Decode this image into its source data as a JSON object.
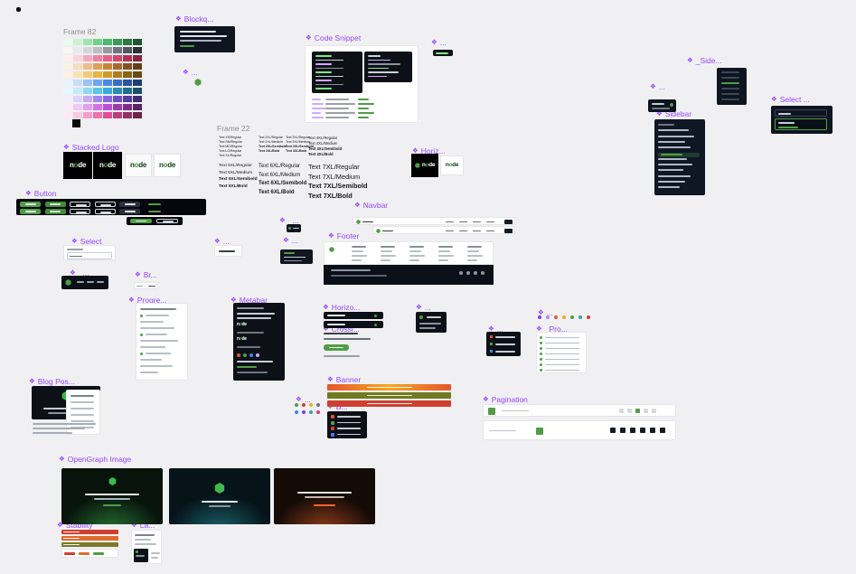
{
  "canvas": {
    "background": "#f0f0f2"
  },
  "accents": {
    "green": "#4f9d45",
    "green_bright": "#3fb950",
    "purple": "#9747ff",
    "dark": "#0d1117"
  },
  "labels": {
    "frame82": "Frame 82",
    "blockquote": "Blockq...",
    "dots_blockquote": "...",
    "code_snippet": "Code Snippet",
    "dots_code": "...",
    "side_partial": "_Side...",
    "dots_side": "...",
    "sidebar": "Sidebar",
    "select_dark": "Select ...",
    "stacked_logo": "Stacked Logo",
    "frame22": "Frame 22",
    "horiz_logo": "Horiz...",
    "button": "Button",
    "navbar": "Navbar",
    "select_light": "Select",
    "dots_mid": "...",
    "underscore_a": "_...",
    "dots_tooltip": "...",
    "footer": "Footer",
    "underscore_b": "_...",
    "breadcrumb": "Br...",
    "progress": "Progre...",
    "metabar": "Metabar",
    "horiz_banner": "Horizo...",
    "crosslink": "Crossl...",
    "dots_card": "...",
    "dots_icons": "...",
    "dots_strip": "...",
    "pro": "_Pro...",
    "blog_post": "Blog Pos...",
    "banner": "Banner",
    "b_partial": "B...",
    "dots_cluster": "...",
    "pagination": "Pagination",
    "opengraph": "OpenGraph Image",
    "stability": "Stability",
    "la": "La..."
  },
  "logo": {
    "wordmark": "node"
  },
  "palette": {
    "rows": [
      [
        "#eafbee",
        "#c8f2d2",
        "#9ce6b0",
        "#6fd48b",
        "#4bba6a",
        "#3a9a55",
        "#2b7742",
        "#1e5530"
      ],
      [
        "#f7f7f8",
        "#e9e9ec",
        "#d4d5d9",
        "#babcc2",
        "#97999f",
        "#717480",
        "#53555f",
        "#303138"
      ],
      [
        "#fdedf1",
        "#fbd2db",
        "#f7aabd",
        "#f17f9e",
        "#e95e85",
        "#d4476d",
        "#ae3357",
        "#872543"
      ],
      [
        "#fbf1e7",
        "#f4dcc0",
        "#eabe8a",
        "#df9f57",
        "#c98336",
        "#a66a2b",
        "#815322",
        "#623f1b"
      ],
      [
        "#fdf3e3",
        "#f9e3b3",
        "#f2cd74",
        "#e9b441",
        "#d59a26",
        "#b07e1f",
        "#896218",
        "#684a13"
      ],
      [
        "#eaf2fd",
        "#c9ddfa",
        "#9cc2f5",
        "#6fa5ef",
        "#4b88e5",
        "#3a6ec5",
        "#2b559c",
        "#1e3d72"
      ],
      [
        "#e6f6fd",
        "#c2eafa",
        "#8fd8f4",
        "#5cc3ec",
        "#36abdd",
        "#2a8cb8",
        "#206d90",
        "#17506b"
      ],
      [
        "#f1edfd",
        "#ddd3fa",
        "#c0adf5",
        "#a286ee",
        "#8765e3",
        "#6d4ec4",
        "#543c9b",
        "#3d2c72"
      ],
      [
        "#f9eafb",
        "#f0c9f6",
        "#e29ff0",
        "#d272e6",
        "#bf4ed6",
        "#9e3db2",
        "#7b2f8b",
        "#5a2366"
      ],
      [
        "#fdeaf4",
        "#fac9e2",
        "#f49fc9",
        "#ed72ae",
        "#e24e97",
        "#bd3c7d",
        "#943062",
        "#6d2449"
      ]
    ],
    "extra": "#0a0a0a"
  },
  "typography": {
    "mini_columns": [
      [
        "Text XS/Regular",
        "Text SM/Regular",
        "Text MD/Regular",
        "Text LG/Regular",
        "Text XL/Regular"
      ],
      [
        "Text 2XL/Regular",
        "Text 2XL/Medium",
        "Text 2XL/Semibold",
        "Text 2XL/Bold"
      ],
      [
        "Text 3XL/Regular",
        "Text 3XL/Medium",
        "Text 3XL/Semibold",
        "Text 3XL/Bold"
      ],
      [
        "Text 4XL/Regular",
        "Text 4XL/Medium",
        "Text 4XL/Semibold",
        "Text 4XL/Bold"
      ]
    ],
    "main_columns": [
      {
        "size": "5XL",
        "items": [
          "Text 5XL/Regular",
          "Text 5XL/Medium",
          "Text 5XL/Semibold",
          "Text 5XL/Bold"
        ]
      },
      {
        "size": "6XL",
        "items": [
          "Text 6XL/Regular",
          "Text 6XL/Medium",
          "Text 6XL/Semibold",
          "Text 6XL/Bold"
        ]
      },
      {
        "size": "7XL",
        "items": [
          "Text 7XL/Regular",
          "Text 7XL/Medium",
          "Text 7XL/Semibold",
          "Text 7XL/Bold"
        ]
      }
    ]
  },
  "dots": {
    "strip": [
      "#7c3aed",
      "#a78bfa",
      "#e4572e",
      "#f5a623",
      "#4f9d45",
      "#2aa7a0",
      "#cf3f2f"
    ],
    "metabar": [
      "#e4572e",
      "#4f9d45",
      "#3b82f6",
      "#d2a8ff"
    ],
    "cluster": [
      [
        "#4f9d45",
        "#cf3f2f",
        "#f5a623",
        "#6b7280"
      ],
      [
        "#3b82f6",
        "#7c3aed",
        "#2aa7a0",
        "#d43a7f"
      ]
    ]
  },
  "banner": {
    "bars": [
      "linear-gradient(90deg,#e4572e,#f5a623,#e4572e)",
      "#6f7a22",
      "#cf3f2f"
    ]
  },
  "stability": {
    "bars": [
      "#cf3f2f",
      "#e06a2a",
      "#7a7a2a"
    ],
    "chips": [
      "#cf3f2f",
      "#e06a2a",
      "#4f9d45"
    ]
  },
  "badges": {
    "colors": [
      "#e4572e",
      "#4f9d45",
      "#cf3f2f",
      "#3b82f6"
    ]
  },
  "og": {
    "cards": [
      {
        "base": "#07130b",
        "glow": "rgba(63,185,80,0.55)"
      },
      {
        "base": "#06141a",
        "glow": "rgba(45,170,180,0.5)"
      },
      {
        "base": "#140a06",
        "glow": "rgba(242,101,47,0.55)"
      }
    ]
  }
}
